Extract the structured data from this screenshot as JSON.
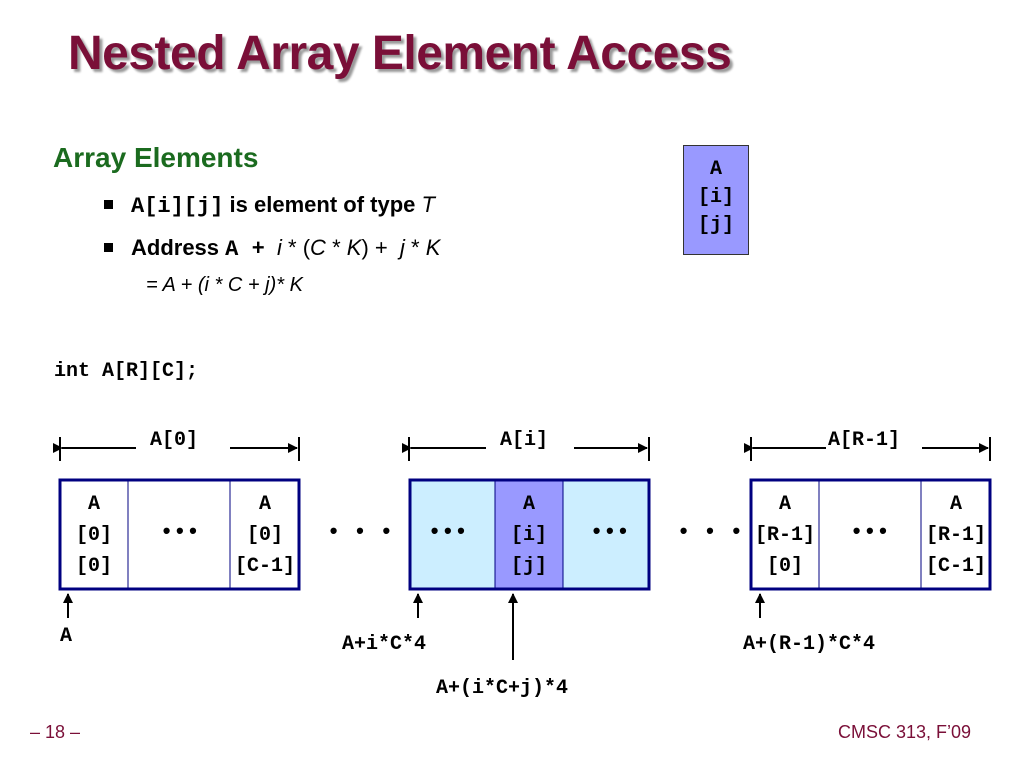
{
  "title": "Nested Array Element Access",
  "section_heading": "Array Elements",
  "bullets": {
    "b1": {
      "code": "A[i][j]",
      "text": "is element of type",
      "type_var": "T"
    },
    "b2": {
      "label": "Address",
      "code": "A +",
      "i": "i",
      "star1": "*",
      "lp": "(",
      "C": "C",
      "star2": "*",
      "K": "K",
      "rp": ")",
      "plus": "+",
      "j": "j",
      "star3": "*",
      "K2": "K"
    },
    "b2_line2": "= A + (i * C + j)* K"
  },
  "element_box": [
    "A",
    "[i]",
    "[j]"
  ],
  "declaration": "int A[R][C];",
  "row_labels": {
    "first": "A[0]",
    "middle": "A[i]",
    "last": "A[R-1]"
  },
  "cells": {
    "first_start": [
      "A",
      "[0]",
      "[0]"
    ],
    "first_end": [
      "A",
      "[0]",
      "[C-1]"
    ],
    "middle_center": [
      "A",
      "[i]",
      "[j]"
    ],
    "last_start": [
      "A",
      "[R-1]",
      "[0]"
    ],
    "last_end": [
      "A",
      "[R-1]",
      "[C-1]"
    ]
  },
  "ellipsis_in_cell": "•••",
  "ellipsis_between": "• • •",
  "address_labels": {
    "base": "A",
    "row_start": "A+i*C*4",
    "element": "A+(i*C+j)*4",
    "last_row_start": "A+(R-1)*C*4"
  },
  "footer": {
    "page": "– 18 –",
    "course": "CMSC 313, F’09"
  },
  "colors": {
    "title": "#7a0f38",
    "heading": "#1b6b1f",
    "box_border": "#000080",
    "highlight_row": "#cceeff",
    "highlight_cell": "#9999ff"
  }
}
